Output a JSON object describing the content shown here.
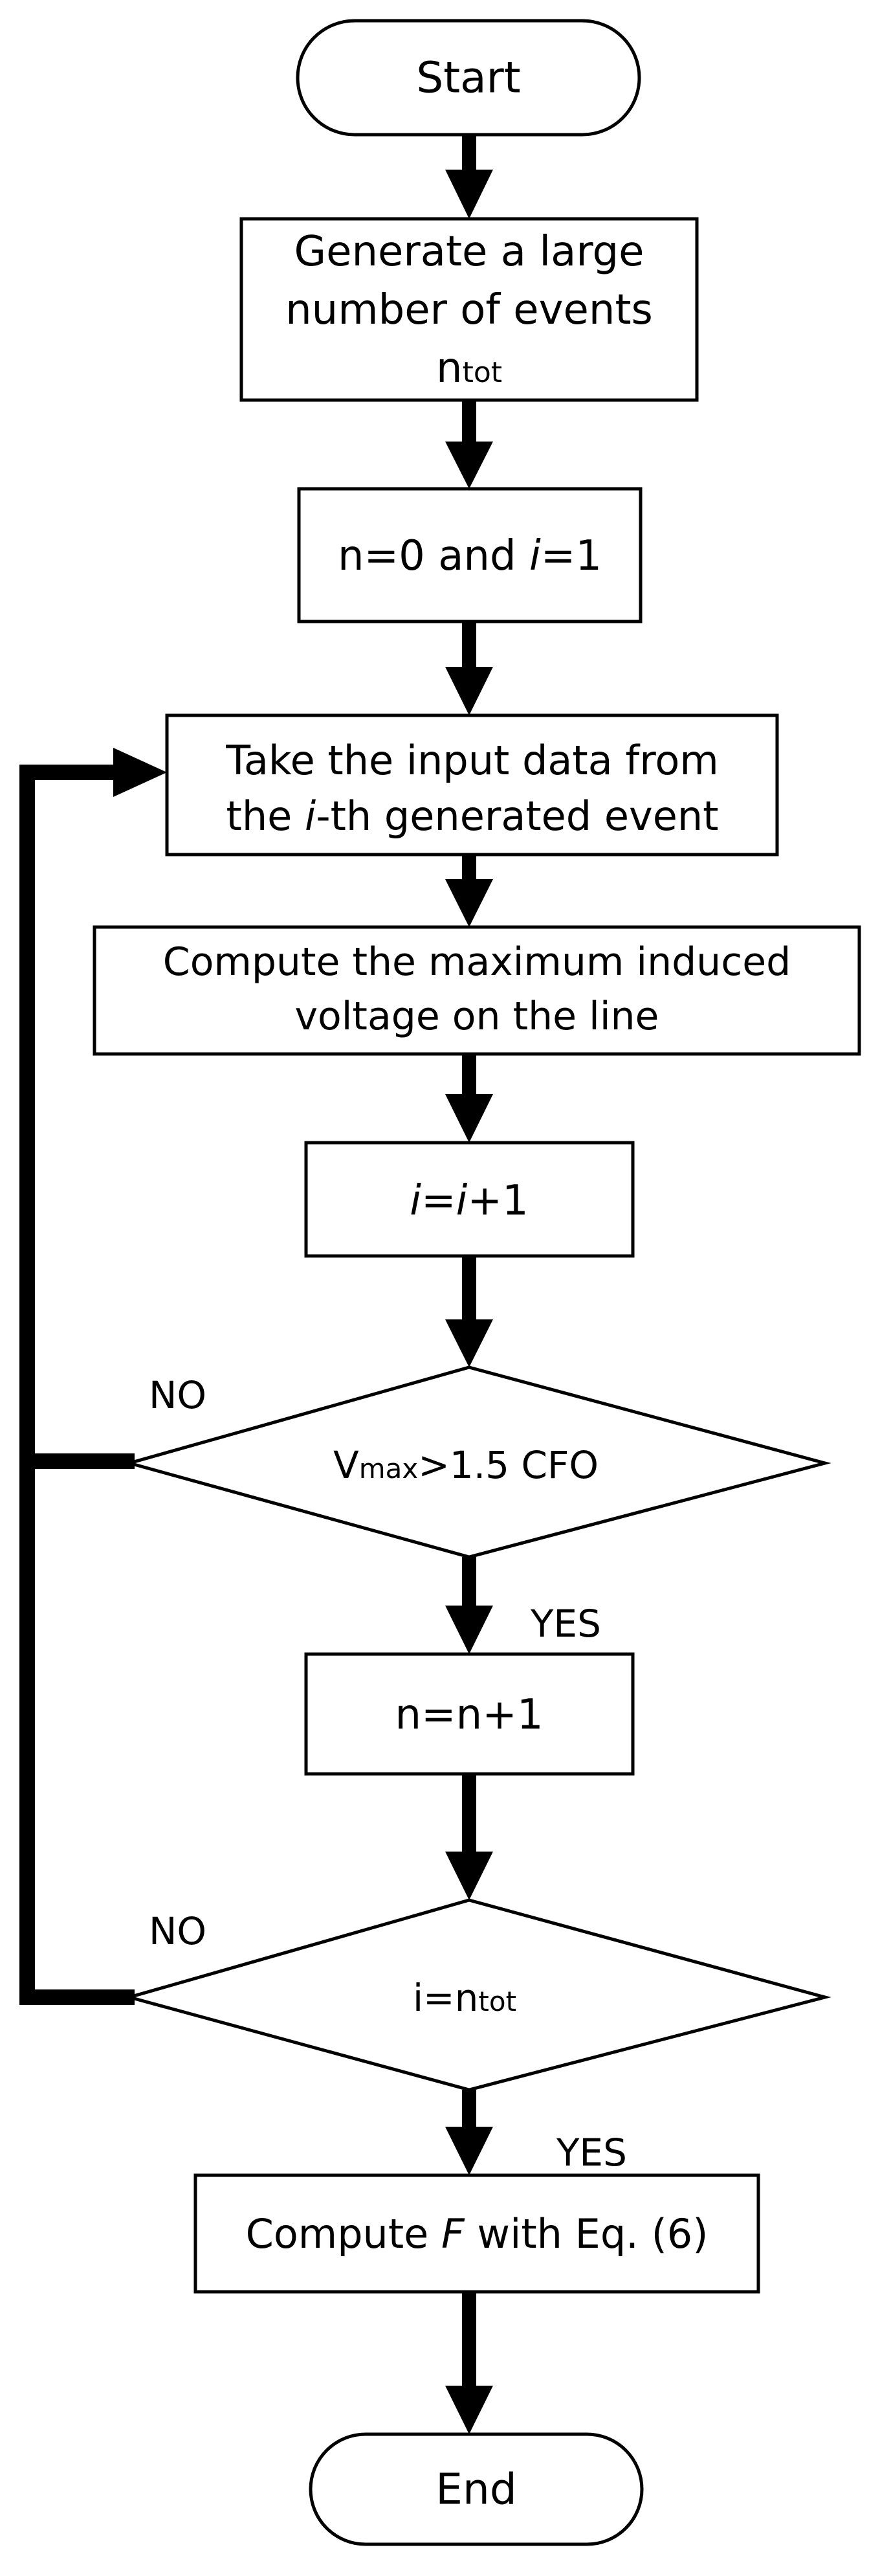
{
  "nodes": {
    "start": {
      "label": "Start"
    },
    "generate": {
      "line1": "Generate a large",
      "line2": "number of events",
      "var_main": "n",
      "var_sub": "tot"
    },
    "init": {
      "label_a": "n=0 and ",
      "label_i": "i",
      "label_b": "=1"
    },
    "take_input": {
      "line1": "Take the input data from",
      "line2_a": "the ",
      "line2_i": "i",
      "line2_b": "-th generated event"
    },
    "compute_voltage": {
      "line1": "Compute the maximum induced",
      "line2": "voltage on the line"
    },
    "increment_i": {
      "label_i1": "i",
      "label_eq": "=",
      "label_i2": "i",
      "label_tail": "+1"
    },
    "check_voltage": {
      "main": "V",
      "sub": "max",
      "tail": ">1.5 CFO"
    },
    "increment_n": {
      "label": "n=n+1"
    },
    "check_i": {
      "head": "i=n",
      "sub": "tot"
    },
    "compute_f": {
      "label_a": "Compute ",
      "label_f": "F",
      "label_b": " with Eq. (6)"
    },
    "end": {
      "label": "End"
    }
  },
  "edge_labels": {
    "voltage_no": "NO",
    "voltage_yes": "YES",
    "i_no": "NO",
    "i_yes": "YES"
  }
}
